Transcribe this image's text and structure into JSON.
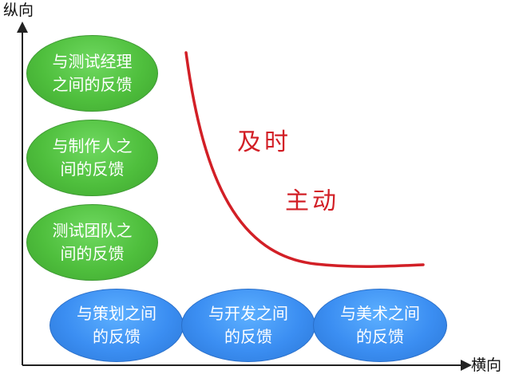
{
  "axes": {
    "y_label": "纵向",
    "x_label": "横向"
  },
  "vertical_items": [
    {
      "line1": "与测试经理",
      "line2": "之间的反馈"
    },
    {
      "line1": "与制作人之",
      "line2": "间的反馈"
    },
    {
      "line1": "测试团队之",
      "line2": "间的反馈"
    }
  ],
  "horizontal_items": [
    {
      "line1": "与策划之间",
      "line2": "的反馈"
    },
    {
      "line1": "与开发之间",
      "line2": "的反馈"
    },
    {
      "line1": "与美术之间",
      "line2": "的反馈"
    }
  ],
  "curve_labels": {
    "first": "及时",
    "second": "主动"
  },
  "colors": {
    "vertical_fill": "#4fbf3d",
    "horizontal_fill": "#3b8ef2",
    "curve": "#d21f26",
    "axis": "#222222"
  }
}
